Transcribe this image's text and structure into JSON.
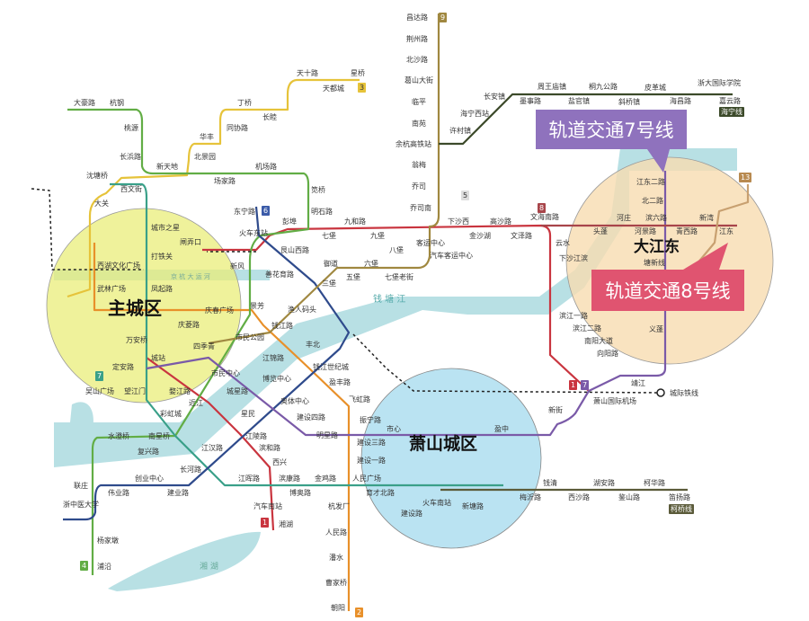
{
  "zones": {
    "main": "主城区",
    "xiaoshan": "萧山城区",
    "dajiangdong": "大江东"
  },
  "zone_colors": {
    "main": "#e9ee7a",
    "xiaoshan": "#a9dcef",
    "dajiangdong": "#f7dcb0"
  },
  "callouts": {
    "line7": "轨道交通7号线",
    "line8": "轨道交通8号线",
    "line7_color": "#8f72bd",
    "line8_color": "#e05470"
  },
  "river": {
    "qiantang": "钱 塘 江",
    "canal": "京 杭 大 运 河",
    "xianghu": "湘 湖",
    "water_color": "#b8e0e4"
  },
  "lines": [
    {
      "id": "1",
      "color": "#c9353f"
    },
    {
      "id": "2",
      "color": "#e8902a"
    },
    {
      "id": "3",
      "color": "#e6c33a"
    },
    {
      "id": "4",
      "color": "#62ad45"
    },
    {
      "id": "5",
      "color": "#3aa089"
    },
    {
      "id": "6",
      "color": "#2f4b8c"
    },
    {
      "id": "7",
      "color": "#7a5aa8"
    },
    {
      "id": "8",
      "color": "#a8454a"
    },
    {
      "id": "9",
      "color": "#a08840"
    },
    {
      "id": "海宁线",
      "color": "#3c4a2a"
    },
    {
      "id": "柯桥线",
      "color": "#5b5b3a"
    }
  ],
  "badges": [
    "3",
    "6",
    "7",
    "1",
    "2",
    "4",
    "8",
    "9",
    "13",
    "1",
    "7",
    "海宁线",
    "柯桥线",
    "5"
  ],
  "stations": [
    "大豪路",
    "杭钢",
    "桃源",
    "长浜路",
    "新天地",
    "丁桥",
    "长睦",
    "同协路",
    "华丰",
    "北景园",
    "机场路",
    "场家路",
    "天十路",
    "星桥",
    "天都城",
    "沈塘桥",
    "西文街",
    "大关",
    "笕桥",
    "明石路",
    "东宁路",
    "彭埠",
    "九和路",
    "七堡",
    "九堡",
    "艮山西路",
    "八堡",
    "火车东站",
    "新风",
    "善花育路",
    "御道",
    "六堡",
    "五堡",
    "七堡老街",
    "三堡",
    "景芳",
    "城市之星",
    "闸弄口",
    "打铁关",
    "西湖文化广场",
    "武林广场",
    "凤起路",
    "庆春广场",
    "庆菱路",
    "市民公园",
    "四季青",
    "钱江路",
    "渔人码头",
    "万安桥",
    "城站",
    "定安路",
    "吴山广场",
    "望江门",
    "婺江路",
    "近江",
    "市民中心",
    "江锦路",
    "博览中心",
    "城星路",
    "钱江世纪城",
    "丰北",
    "奥体中心",
    "飞虹路",
    "建设四路",
    "盈丰路",
    "星民",
    "彩虹城",
    "西兴",
    "江陵路",
    "滨和路",
    "江汉路",
    "长河路",
    "水澄桥",
    "南星桥",
    "复兴路",
    "创业中心",
    "联庄",
    "伟业路",
    "建业路",
    "江晖路",
    "滨康路",
    "金鸡路",
    "人民广场",
    "博奥路",
    "浙中医大学",
    "汽车南站",
    "湘湖",
    "杭发厂",
    "人民路",
    "潘水",
    "曹家桥",
    "朝阳",
    "杨家墩",
    "浦沿",
    "明星路",
    "建设三路",
    "建设一路",
    "育才北路",
    "昌达路",
    "荆州路",
    "北沙路",
    "葛山大街",
    "临平",
    "南苑",
    "余杭高铁站",
    "翁梅",
    "乔司",
    "乔司南",
    "长安镇",
    "海宁西站",
    "许村镇",
    "周王庙镇",
    "桐九公路",
    "皮革城",
    "浙大国际学院",
    "墨事路",
    "盐官镇",
    "斜桥镇",
    "海昌路",
    "嘉云路",
    "下沙西",
    "高沙路",
    "文海南路",
    "金沙湖",
    "文泽路",
    "云水",
    "下沙江滨",
    "客运中心",
    "汽车客运中心",
    "江东二路",
    "北二路",
    "河庄",
    "滨六路",
    "新湾",
    "头蓬",
    "河景路",
    "青西路",
    "江东",
    "塘新线",
    "义蓬",
    "滨江一路",
    "滨江二路",
    "南阳大道",
    "向阳路",
    "萧山国际机场",
    "靖江",
    "城际铁线",
    "新街",
    "钱清",
    "湖安路",
    "柯华路",
    "梅沂路",
    "西沙路",
    "鉴山路",
    "笛扬路",
    "盈中",
    "火车南站",
    "新塘路",
    "振宁路",
    "市心",
    "建设路"
  ]
}
